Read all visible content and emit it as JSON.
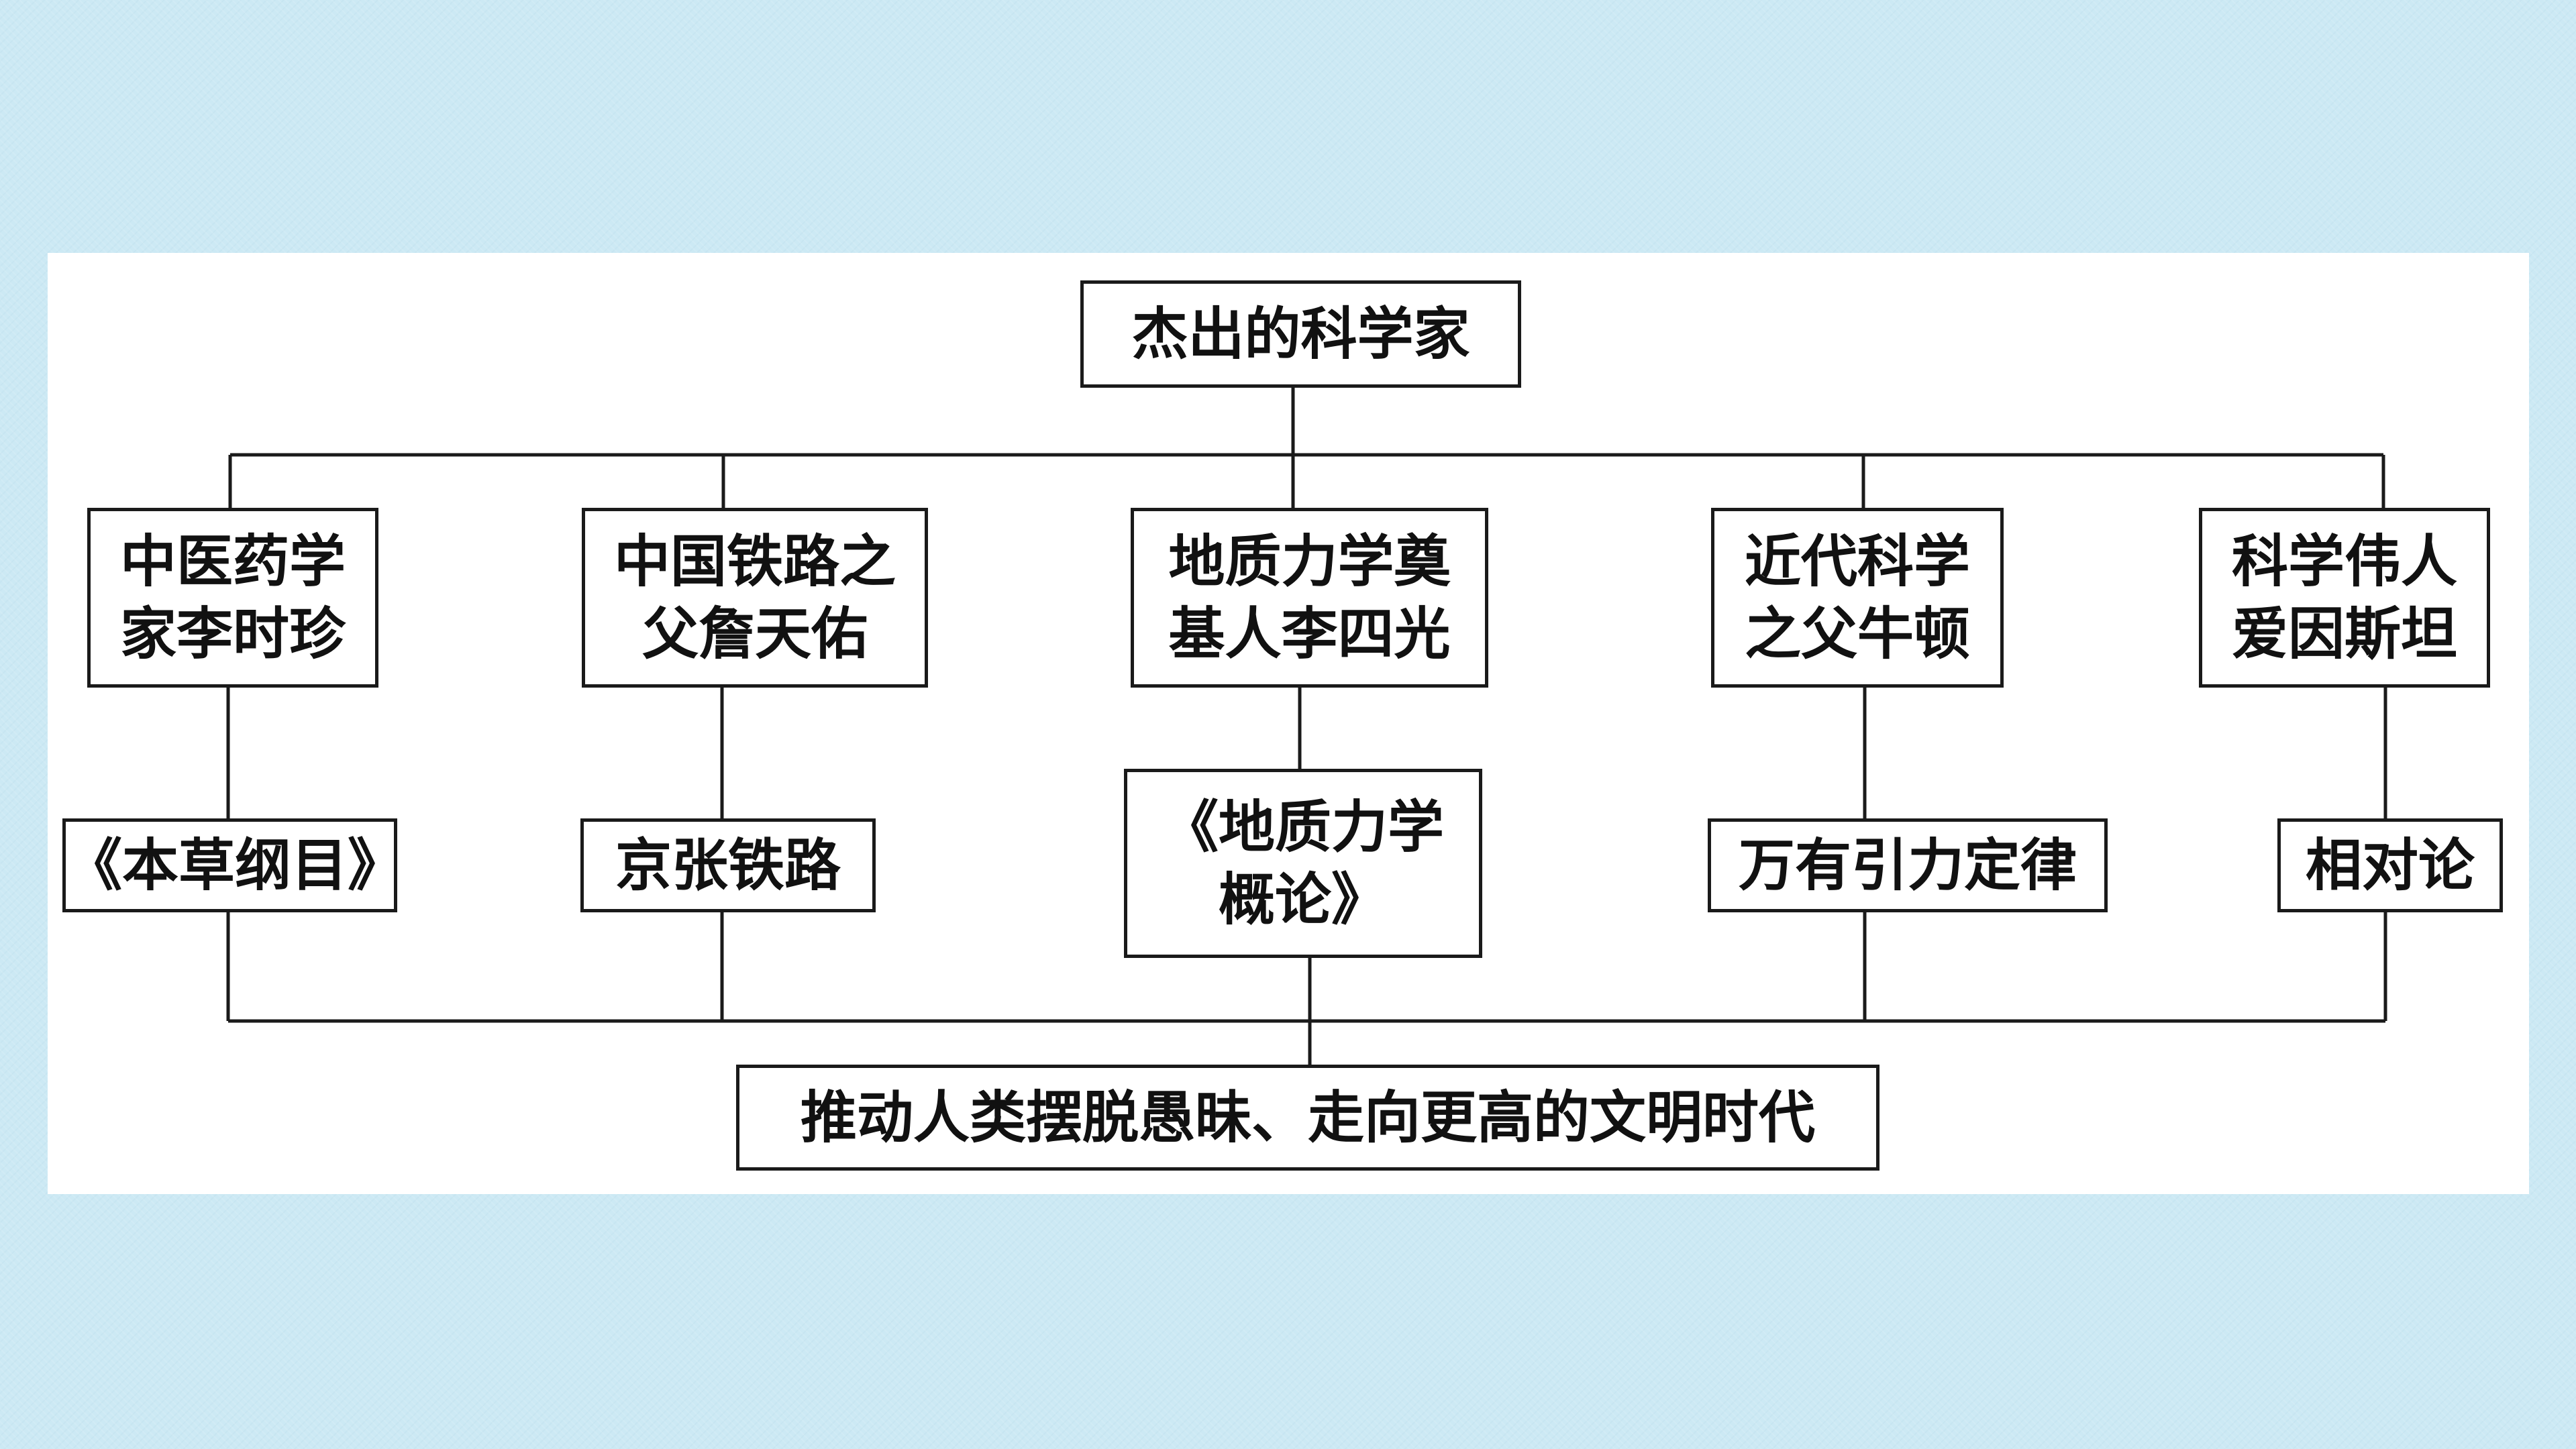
{
  "root": {
    "label": "杰出的科学家"
  },
  "scientists": [
    {
      "title": "中医药学\n家李时珍",
      "work": "《本草纲目》"
    },
    {
      "title": "中国铁路之\n父詹天佑",
      "work": "京张铁路"
    },
    {
      "title": "地质力学奠\n基人李四光",
      "work": "《地质力学\n概论》"
    },
    {
      "title": "近代科学\n之父牛顿",
      "work": "万有引力定律"
    },
    {
      "title": "科学伟人\n爱因斯坦",
      "work": "相对论"
    }
  ],
  "conclusion": {
    "label": "推动人类摆脱愚昧、走向更高的文明时代"
  },
  "colors": {
    "background": "#cce9f4",
    "panel": "#ffffff",
    "line": "#1a1a1a",
    "text": "#111111"
  }
}
